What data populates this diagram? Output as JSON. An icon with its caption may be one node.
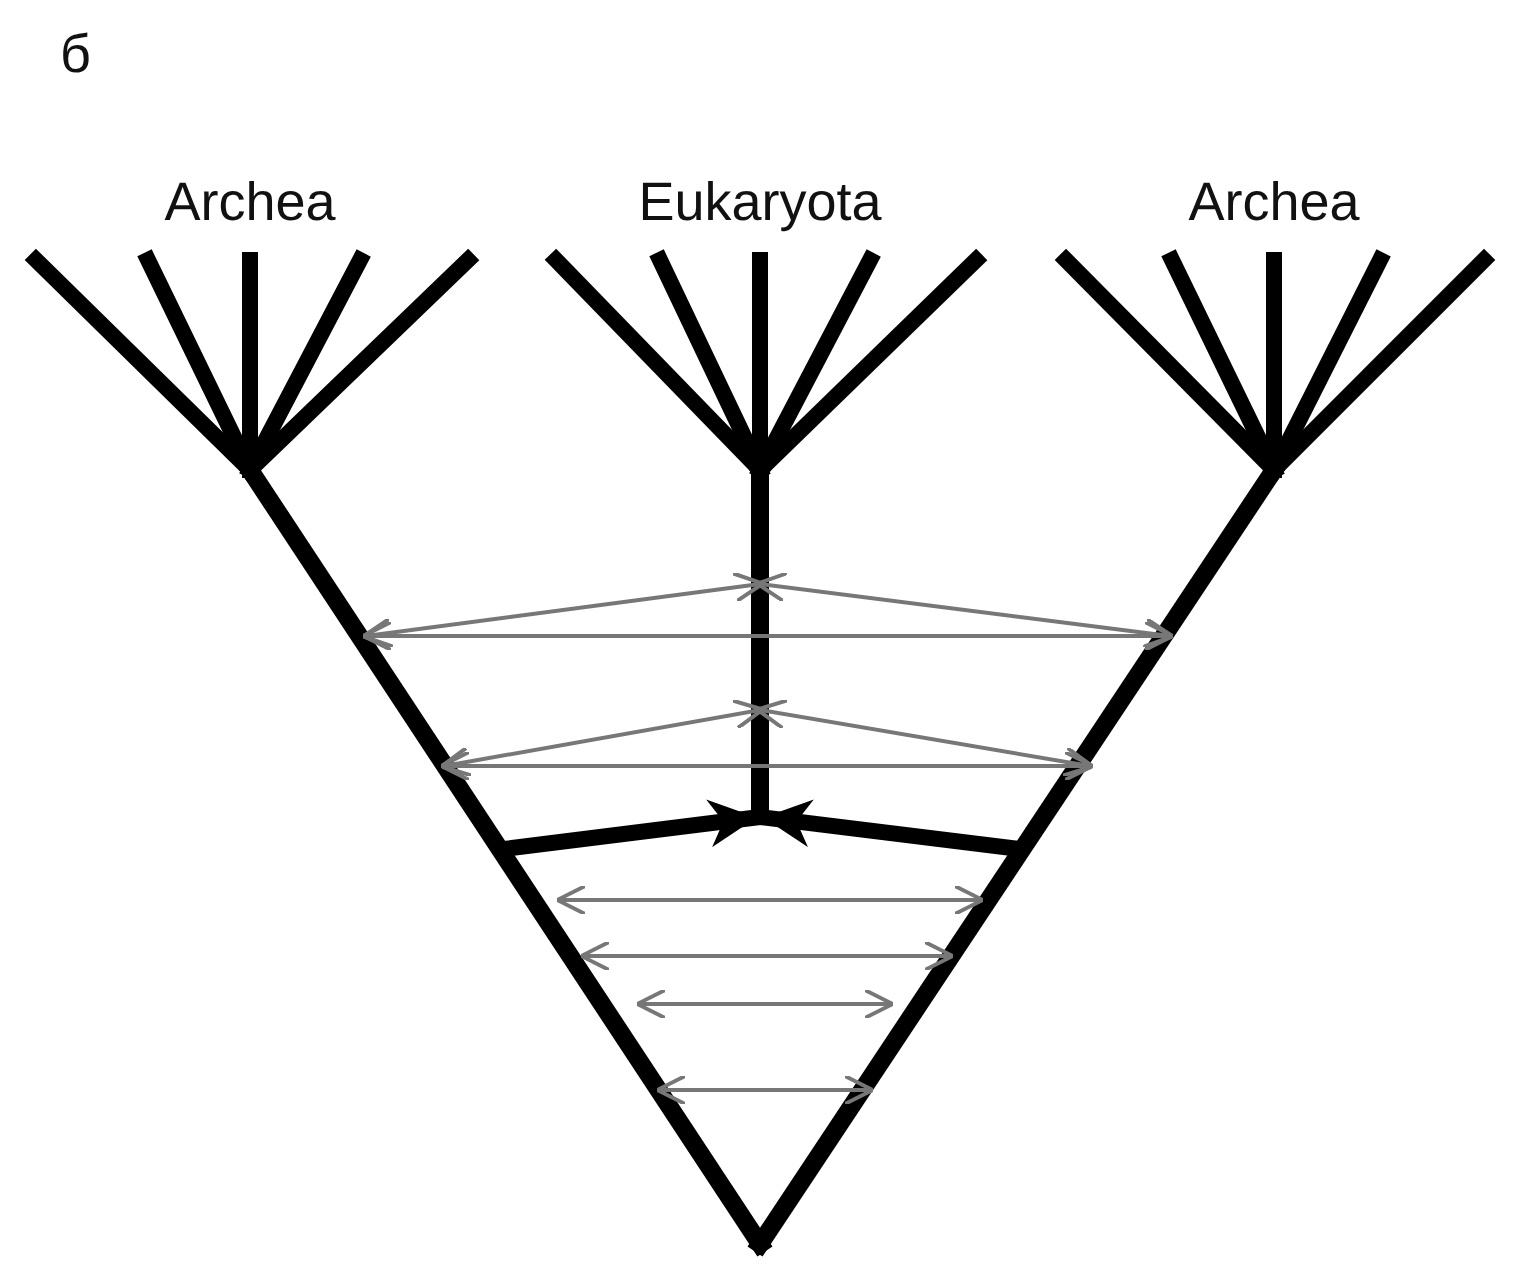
{
  "diagram": {
    "labels": [
      "б",
      "Archea",
      "Eukaryota",
      "Archea"
    ]
  }
}
